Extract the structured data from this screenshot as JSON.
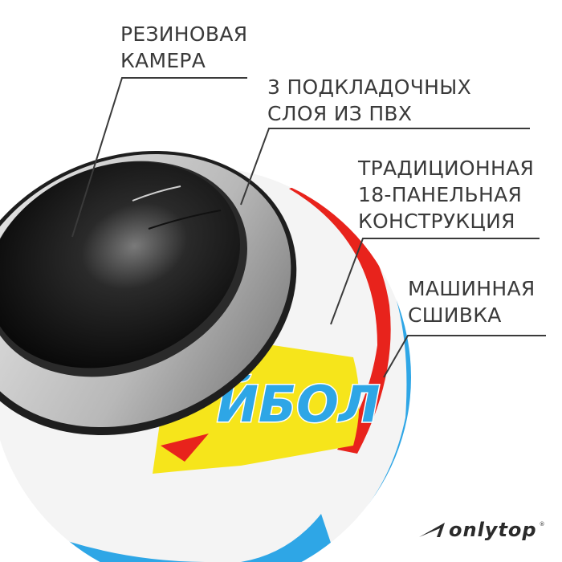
{
  "callouts": [
    {
      "id": "rubber-bladder",
      "lines": [
        "РЕЗИНОВАЯ",
        "КАМЕРА"
      ]
    },
    {
      "id": "pvc-layers",
      "lines": [
        "3 ПОДКЛАДОЧНЫХ",
        "СЛОЯ ИЗ ПВХ"
      ]
    },
    {
      "id": "panel-construction",
      "lines": [
        "ТРАДИЦИОННАЯ",
        "18-ПАНЕЛЬНАЯ",
        "КОНСТРУКЦИЯ"
      ]
    },
    {
      "id": "machine-stitching",
      "lines": [
        "МАШИННАЯ",
        "СШИВКА"
      ]
    }
  ],
  "ball": {
    "print_text": "ЙБОЛ",
    "colors": {
      "bladder": "#1a1a1a",
      "layers": "#c9c9c9",
      "panel_white": "#f4f4f4",
      "yellow": "#f6e51b",
      "blue": "#2ea6e6",
      "red": "#e8231c"
    }
  },
  "brand": {
    "name": "onlytop",
    "registered": "®"
  },
  "colors": {
    "text": "#3a3a3a",
    "line": "#3a3a3a",
    "background": "#ffffff"
  }
}
